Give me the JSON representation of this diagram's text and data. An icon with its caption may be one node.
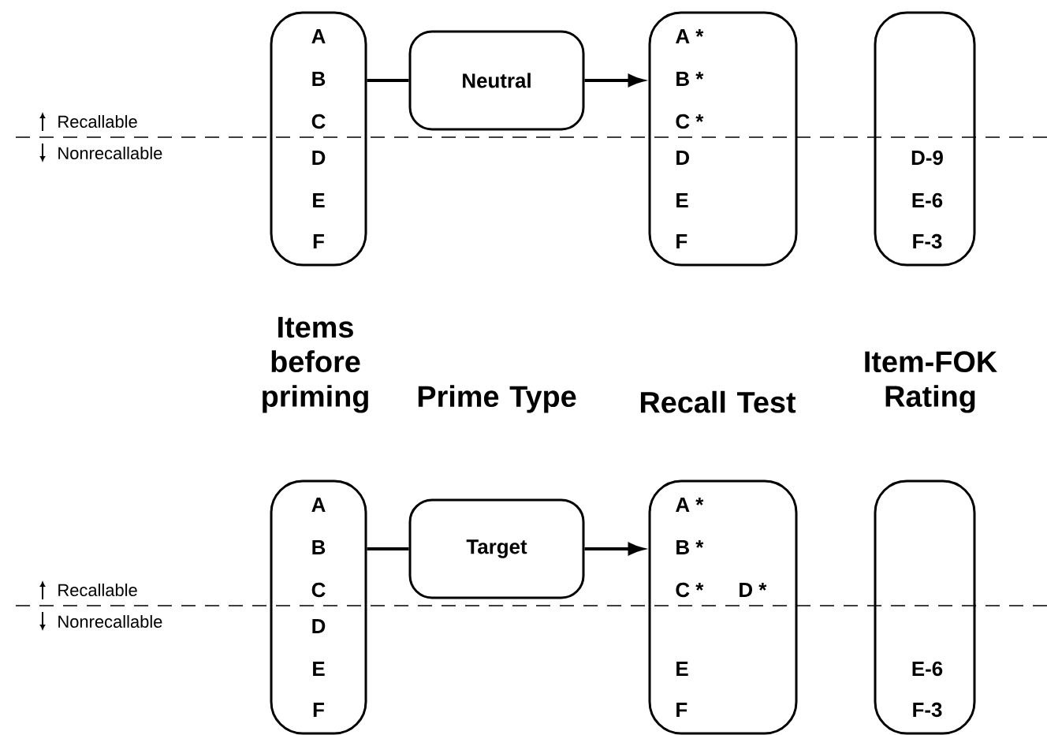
{
  "diagram": {
    "nodes": [
      {
        "text": [
          "A",
          "B",
          "C",
          "D",
          "E",
          "F"
        ]
      },
      {
        "text": [
          "Neutral"
        ]
      },
      {
        "text": [
          "A *",
          "B *",
          "C *",
          "D",
          "E",
          "F"
        ]
      },
      {
        "text": [
          "D-9",
          "E-6",
          "F-3"
        ]
      },
      {
        "text": [
          "A",
          "B",
          "C",
          "D",
          "E",
          "F"
        ]
      },
      {
        "text": [
          "Target"
        ]
      },
      {
        "text": [
          "A *",
          "B *",
          "C *",
          "D *",
          "E",
          "F"
        ]
      },
      {
        "text": [
          "E-6",
          "F-3"
        ]
      }
    ],
    "edges": [
      {
        "from": 0,
        "to": 1,
        "arrow": "none"
      },
      {
        "from": 1,
        "to": 2,
        "arrow": "to"
      },
      {
        "from": 4,
        "to": 5,
        "arrow": "none"
      },
      {
        "from": 5,
        "to": 6,
        "arrow": "to"
      }
    ],
    "labels": [
      "Recallable",
      "Nonrecallable",
      "Items before priming",
      "Prime Type",
      "Recall Test",
      "Item-FOK Rating",
      "Recallable",
      "Nonrecallable"
    ]
  }
}
